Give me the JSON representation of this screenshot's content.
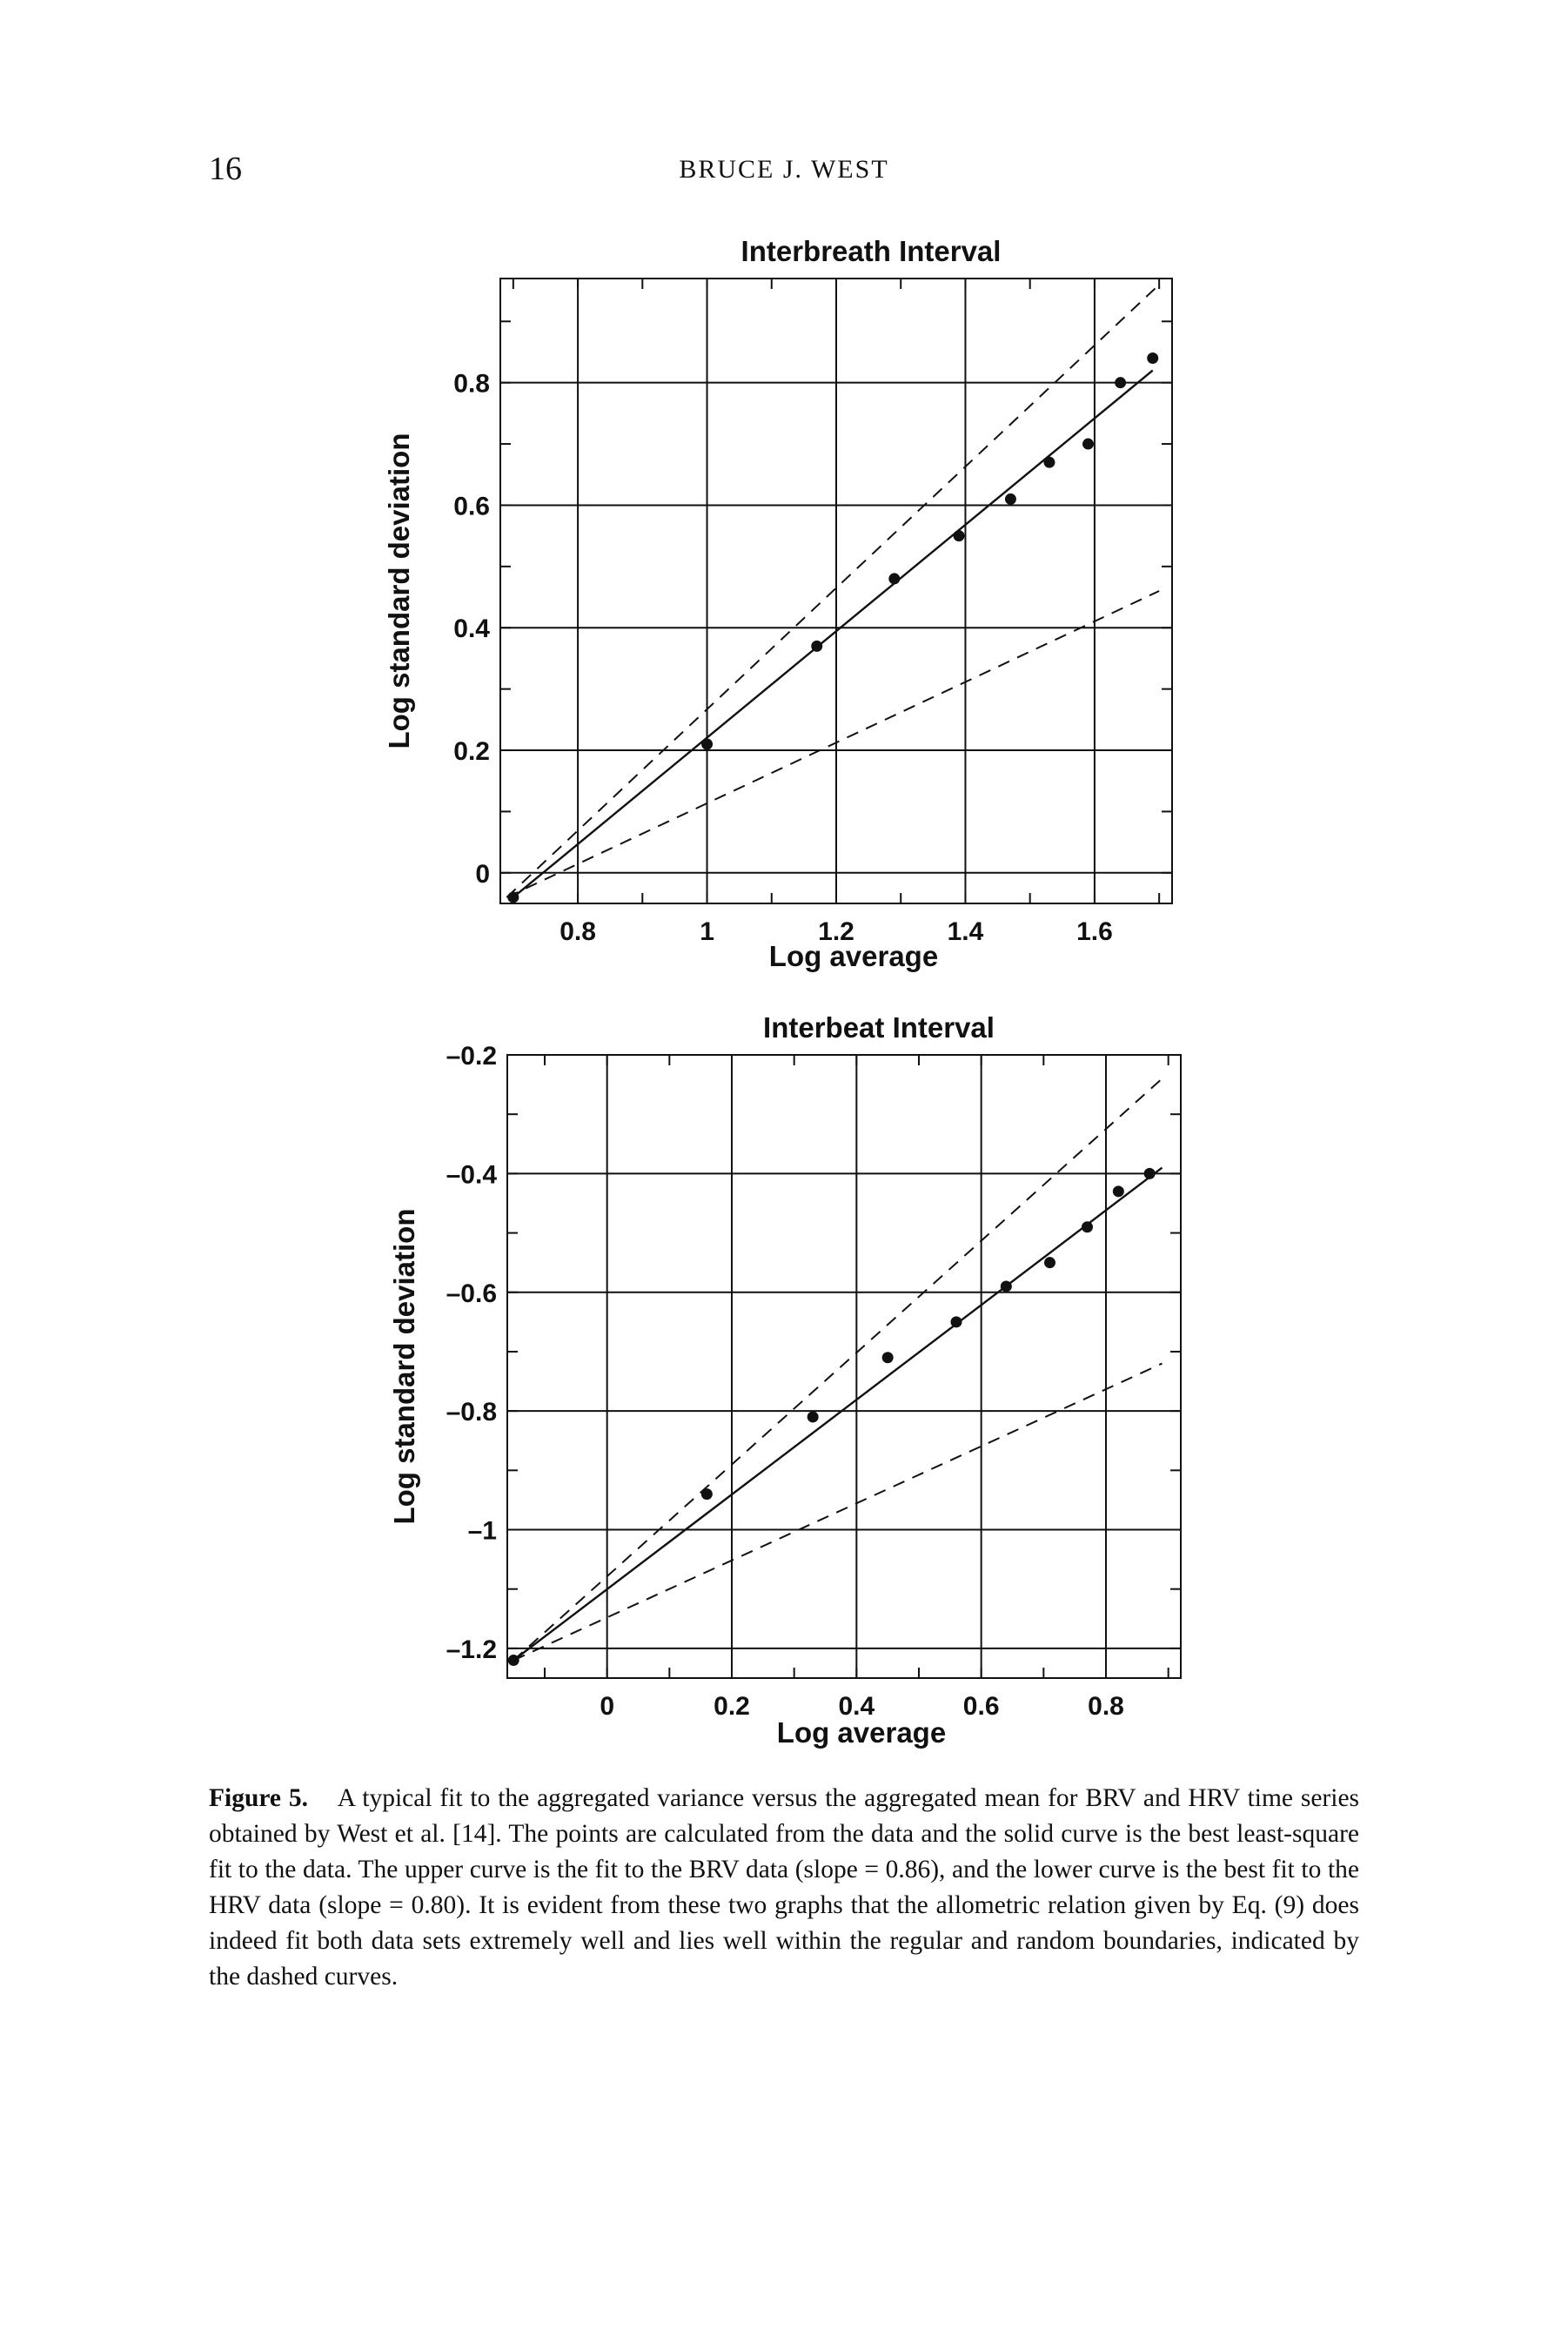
{
  "page_header": {
    "page_number": "16",
    "author": "BRUCE J. WEST"
  },
  "chart_data": [
    {
      "type": "scatter",
      "title": "Interbreath Interval",
      "xlabel": "Log average",
      "ylabel": "Log standard deviation",
      "xlim": [
        0.68,
        1.72
      ],
      "ylim": [
        -0.05,
        0.97
      ],
      "xticks": [
        0.8,
        1,
        1.2,
        1.4,
        1.6
      ],
      "xtick_labels": [
        "0.8",
        "1",
        "1.2",
        "1.4",
        "1.6"
      ],
      "yticks": [
        0,
        0.2,
        0.4,
        0.6,
        0.8
      ],
      "ytick_labels": [
        "0",
        "0.2",
        "0.4",
        "0.6",
        "0.8"
      ],
      "grid": true,
      "points": [
        {
          "x": 0.7,
          "y": -0.04
        },
        {
          "x": 1.0,
          "y": 0.21
        },
        {
          "x": 1.17,
          "y": 0.37
        },
        {
          "x": 1.29,
          "y": 0.48
        },
        {
          "x": 1.39,
          "y": 0.55
        },
        {
          "x": 1.47,
          "y": 0.61
        },
        {
          "x": 1.53,
          "y": 0.67
        },
        {
          "x": 1.59,
          "y": 0.7
        },
        {
          "x": 1.64,
          "y": 0.8
        },
        {
          "x": 1.69,
          "y": 0.84
        }
      ],
      "fit_line": {
        "x": [
          0.7,
          1.69
        ],
        "y": [
          -0.04,
          0.82
        ]
      },
      "upper_bound": {
        "x": [
          0.69,
          1.7
        ],
        "y": [
          -0.04,
          0.96
        ]
      },
      "lower_bound": {
        "x": [
          0.69,
          1.7
        ],
        "y": [
          -0.04,
          0.46
        ]
      }
    },
    {
      "type": "scatter",
      "title": "Interbeat Interval",
      "xlabel": "Log average",
      "ylabel": "Log standard deviation",
      "xlim": [
        -0.16,
        0.92
      ],
      "ylim": [
        -1.25,
        -0.2
      ],
      "xticks": [
        0,
        0.2,
        0.4,
        0.6,
        0.8
      ],
      "xtick_labels": [
        "0",
        "0.2",
        "0.4",
        "0.6",
        "0.8"
      ],
      "yticks": [
        -1.2,
        -1,
        -0.8,
        -0.6,
        -0.4,
        -0.2
      ],
      "ytick_labels": [
        "–1.2",
        "–1",
        "–0.8",
        "–0.6",
        "–0.4",
        "–0.2"
      ],
      "grid": true,
      "points": [
        {
          "x": -0.15,
          "y": -1.22
        },
        {
          "x": 0.16,
          "y": -0.94
        },
        {
          "x": 0.33,
          "y": -0.81
        },
        {
          "x": 0.45,
          "y": -0.71
        },
        {
          "x": 0.56,
          "y": -0.65
        },
        {
          "x": 0.64,
          "y": -0.59
        },
        {
          "x": 0.71,
          "y": -0.55
        },
        {
          "x": 0.77,
          "y": -0.49
        },
        {
          "x": 0.82,
          "y": -0.43
        },
        {
          "x": 0.87,
          "y": -0.4
        }
      ],
      "fit_line": {
        "x": [
          -0.15,
          0.89
        ],
        "y": [
          -1.22,
          -0.39
        ]
      },
      "upper_bound": {
        "x": [
          -0.15,
          0.89
        ],
        "y": [
          -1.22,
          -0.24
        ]
      },
      "lower_bound": {
        "x": [
          -0.15,
          0.89
        ],
        "y": [
          -1.22,
          -0.72
        ]
      }
    }
  ],
  "caption": {
    "label": "Figure 5.",
    "text": "A typical fit to the aggregated variance versus the aggregated mean for BRV and HRV time series obtained by West et al. [14]. The points are calculated from the data and the solid curve is the best least-square fit to the data. The upper curve is the fit to the BRV data (slope = 0.86), and the lower curve is the best fit to the HRV data (slope = 0.80). It is evident from these two graphs that the allometric relation given by Eq. (9) does indeed fit both data sets extremely well and lies well within the regular and random boundaries, indicated by the dashed curves."
  }
}
